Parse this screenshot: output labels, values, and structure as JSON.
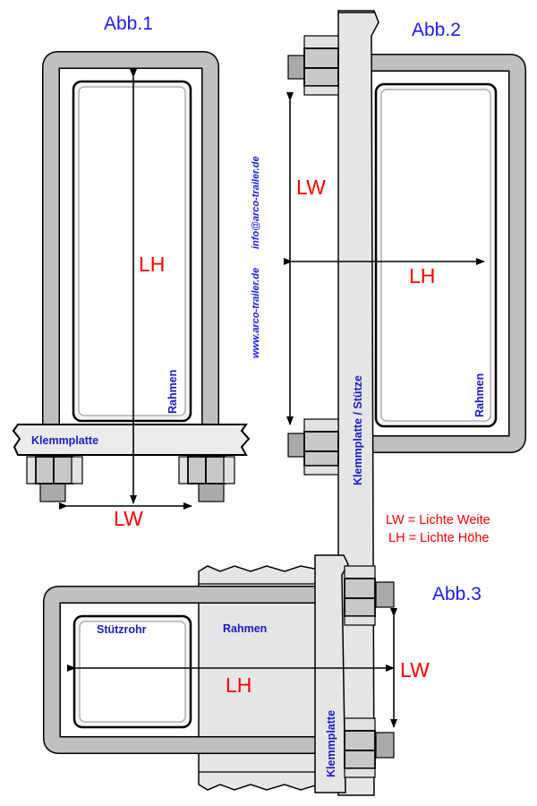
{
  "figures": {
    "fig1": {
      "title": "Abb.1",
      "dim_height": "LH",
      "dim_width": "LW",
      "frame_label": "Rahmen",
      "plate_label": "Klemmplatte"
    },
    "fig2": {
      "title": "Abb.2",
      "dim_height": "LW",
      "dim_width": "LH",
      "frame_label": "Rahmen",
      "plate_label": "Klemmplatte / Stütze"
    },
    "fig3": {
      "title": "Abb.3",
      "dim_length": "LH",
      "dim_width": "LW",
      "tube_label": "Stützrohr",
      "frame_label": "Rahmen",
      "plate_label": "Klemmplatte"
    }
  },
  "legend": {
    "lw": "LW = Lichte Weite",
    "lh": "LH = Lichte Höhe"
  },
  "website": "www.arco-trailer.de",
  "email": "info@arco-trailer.de",
  "colors": {
    "title": "#1a1aff",
    "dimension": "#ff0000",
    "label": "#1a1acc",
    "steel": "#c0c0c0"
  }
}
